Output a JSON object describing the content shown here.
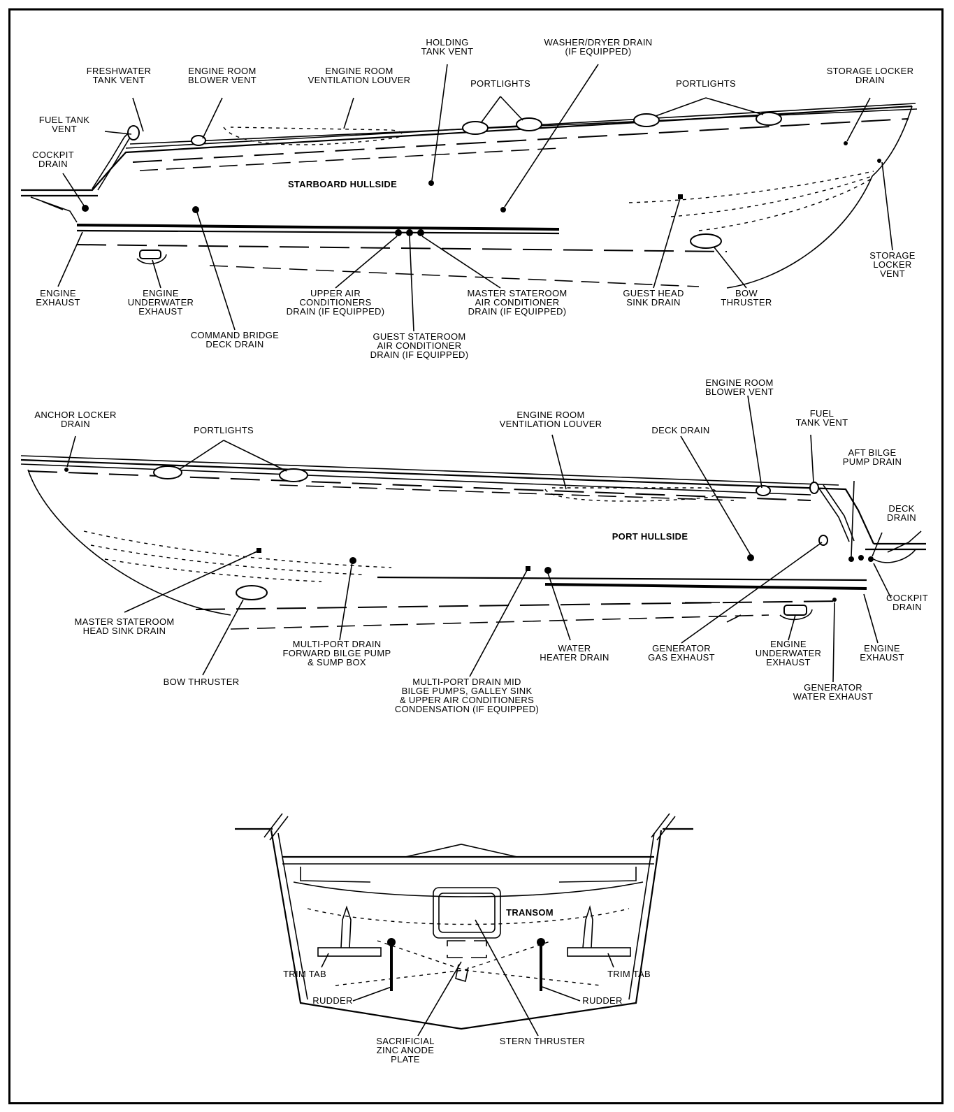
{
  "diagram": {
    "starboard": {
      "title": "STARBOARD HULLSIDE",
      "labels": {
        "holding_tank_vent": [
          "HOLDING",
          "TANK VENT"
        ],
        "washer_dryer_drain": [
          "WASHER/DRYER DRAIN",
          "(IF EQUIPPED)"
        ],
        "freshwater_tank_vent": [
          "FRESHWATER",
          "TANK VENT"
        ],
        "engine_room_blower_vent": [
          "ENGINE ROOM",
          "BLOWER VENT"
        ],
        "engine_room_ventilation_louver": [
          "ENGINE ROOM",
          "VENTILATION LOUVER"
        ],
        "portlights_1": [
          "PORTLIGHTS"
        ],
        "portlights_2": [
          "PORTLIGHTS"
        ],
        "storage_locker_drain": [
          "STORAGE LOCKER",
          "DRAIN"
        ],
        "fuel_tank_vent": [
          "FUEL TANK",
          "VENT"
        ],
        "cockpit_drain": [
          "COCKPIT",
          "DRAIN"
        ],
        "storage_locker_vent": [
          "STORAGE",
          "LOCKER",
          "VENT"
        ],
        "engine_exhaust": [
          "ENGINE",
          "EXHAUST"
        ],
        "engine_underwater_exhaust": [
          "ENGINE",
          "UNDERWATER",
          "EXHAUST"
        ],
        "upper_air_conditioners_drain": [
          "UPPER AIR",
          "CONDITIONERS",
          "DRAIN (IF EQUIPPED)"
        ],
        "master_stateroom_ac_drain": [
          "MASTER STATEROOM",
          "AIR CONDITIONER",
          "DRAIN (IF EQUIPPED)"
        ],
        "guest_head_sink_drain": [
          "GUEST HEAD",
          "SINK DRAIN"
        ],
        "bow_thruster": [
          "BOW",
          "THRUSTER"
        ],
        "command_bridge_deck_drain": [
          "COMMAND BRIDGE",
          "DECK DRAIN"
        ],
        "guest_stateroom_ac_drain": [
          "GUEST STATEROOM",
          "AIR CONDITIONER",
          "DRAIN (IF EQUIPPED)"
        ]
      }
    },
    "port": {
      "title": "PORT HULLSIDE",
      "labels": {
        "engine_room_blower_vent": [
          "ENGINE ROOM",
          "BLOWER VENT"
        ],
        "anchor_locker_drain": [
          "ANCHOR LOCKER",
          "DRAIN"
        ],
        "portlights": [
          "PORTLIGHTS"
        ],
        "engine_room_ventilation_louver": [
          "ENGINE ROOM",
          "VENTILATION LOUVER"
        ],
        "deck_drain_1": [
          "DECK DRAIN"
        ],
        "fuel_tank_vent": [
          "FUEL",
          "TANK VENT"
        ],
        "aft_bilge_pump_drain": [
          "AFT BILGE",
          "PUMP DRAIN"
        ],
        "deck_drain_2": [
          "DECK",
          "DRAIN"
        ],
        "cockpit_drain": [
          "COCKPIT",
          "DRAIN"
        ],
        "master_stateroom_head_sink_drain": [
          "MASTER STATEROOM",
          "HEAD SINK DRAIN"
        ],
        "multi_port_forward": [
          "MULTI-PORT DRAIN",
          "FORWARD BILGE PUMP",
          "& SUMP BOX"
        ],
        "water_heater_drain": [
          "WATER",
          "HEATER DRAIN"
        ],
        "generator_gas_exhaust": [
          "GENERATOR",
          "GAS EXHAUST"
        ],
        "engine_underwater_exhaust": [
          "ENGINE",
          "UNDERWATER",
          "EXHAUST"
        ],
        "engine_exhaust": [
          "ENGINE",
          "EXHAUST"
        ],
        "generator_water_exhaust": [
          "GENERATOR",
          "WATER EXHAUST"
        ],
        "bow_thruster": [
          "BOW THRUSTER"
        ],
        "multi_port_mid": [
          "MULTI-PORT DRAIN MID",
          "BILGE PUMPS, GALLEY SINK",
          "& UPPER AIR CONDITIONERS",
          "CONDENSATION (IF EQUIPPED)"
        ]
      }
    },
    "transom": {
      "title": "TRANSOM",
      "labels": {
        "trim_tab_left": [
          "TRIM TAB"
        ],
        "trim_tab_right": [
          "TRIM TAB"
        ],
        "rudder_left": [
          "RUDDER"
        ],
        "rudder_right": [
          "RUDDER"
        ],
        "sacrificial_zinc": [
          "SACRIFICIAL",
          "ZINC ANODE",
          "PLATE"
        ],
        "stern_thruster": [
          "STERN THRUSTER"
        ]
      }
    }
  }
}
